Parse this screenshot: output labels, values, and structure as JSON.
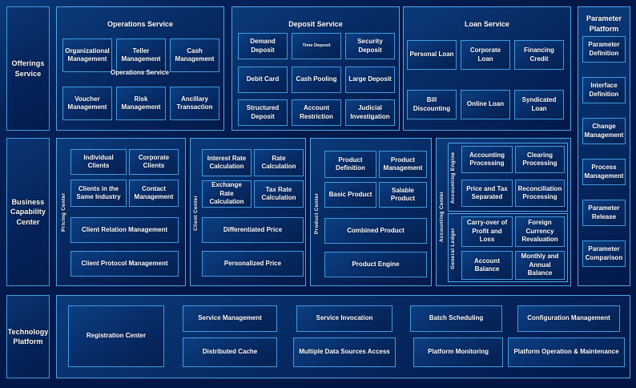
{
  "rows": [
    {
      "id": "offerings",
      "label": "Offerings\nService"
    },
    {
      "id": "business",
      "label": "Business\nCapability\nCenter"
    },
    {
      "id": "technology",
      "label": "Technology\nPlatform"
    }
  ],
  "offerings_service": {
    "groups": [
      {
        "title": "Operations Service",
        "overlap_title": "Operations Service",
        "cells": [
          "Organizational Management",
          "Teller Management",
          "Cash Management",
          "Voucher Management",
          "Risk Management",
          "Ancillary Transaction"
        ]
      },
      {
        "title": "Deposit Service",
        "cells": [
          "Demand Deposit",
          "Time Deposit",
          "Security Deposit",
          "Debit Card",
          "Cash Pooling",
          "Large Deposit",
          "Structured Deposit",
          "Account Restriction",
          "Judicial Investigation"
        ]
      },
      {
        "title": "Loan Service",
        "cells": [
          "Personal Loan",
          "Corporate Loan",
          "Financing Credit",
          "Bill Discounting",
          "Online Loan",
          "Syndicated Loan"
        ]
      }
    ]
  },
  "parameter_platform": {
    "title": "Parameter\nPlatform",
    "cells": [
      "Parameter Definition",
      "Interface Definition",
      "Change Management",
      "Process Management",
      "Parameter Release",
      "Parameter Comparison"
    ]
  },
  "business_capability_center": {
    "groups": [
      {
        "vlabel": "Pricing Center",
        "cells": [
          "Individual Clients",
          "Corporate Clients",
          "Clients in the Same Industry",
          "Contact Management",
          "Client Relation Management",
          "Client Protocol Management"
        ]
      },
      {
        "vlabel": "Client Center",
        "cells": [
          "Interest Rate Calculation",
          "Rate Calculation",
          "Exchange Rate Calculation",
          "Tax Rate Calculation",
          "Differentiated Price",
          "Personalized Price"
        ]
      },
      {
        "vlabel": "Product Center",
        "cells": [
          "Product Definition",
          "Product Management",
          "Basic Product",
          "Salable Product",
          "Combined Product",
          "Product Engine"
        ]
      },
      {
        "vlabel": "Accounting Center",
        "sub_labels": [
          "Accounting Engine",
          "General Ledger"
        ],
        "cells": [
          "Accounting Processing",
          "Clearing Processing",
          "Price and Tax Separated",
          "Reconciliation Processing",
          "Carry-over of Profit and Loss",
          "Foreign Currency Revaluation",
          "Account Balance",
          "Monthly and Annual Balance"
        ]
      }
    ]
  },
  "technology_platform": {
    "cells": [
      "Registration Center",
      "Service Management",
      "Distributed Cache",
      "Service Invocation",
      "Multiple Data Sources Access",
      "Batch Scheduling",
      "Platform Monitoring",
      "Configuration Management",
      "Platform Operation & Maintenance"
    ]
  },
  "colors": {
    "background": "#041b4d",
    "border": "#3f9be0",
    "group_border": "#4fa6e8",
    "text": "#ffffff"
  }
}
